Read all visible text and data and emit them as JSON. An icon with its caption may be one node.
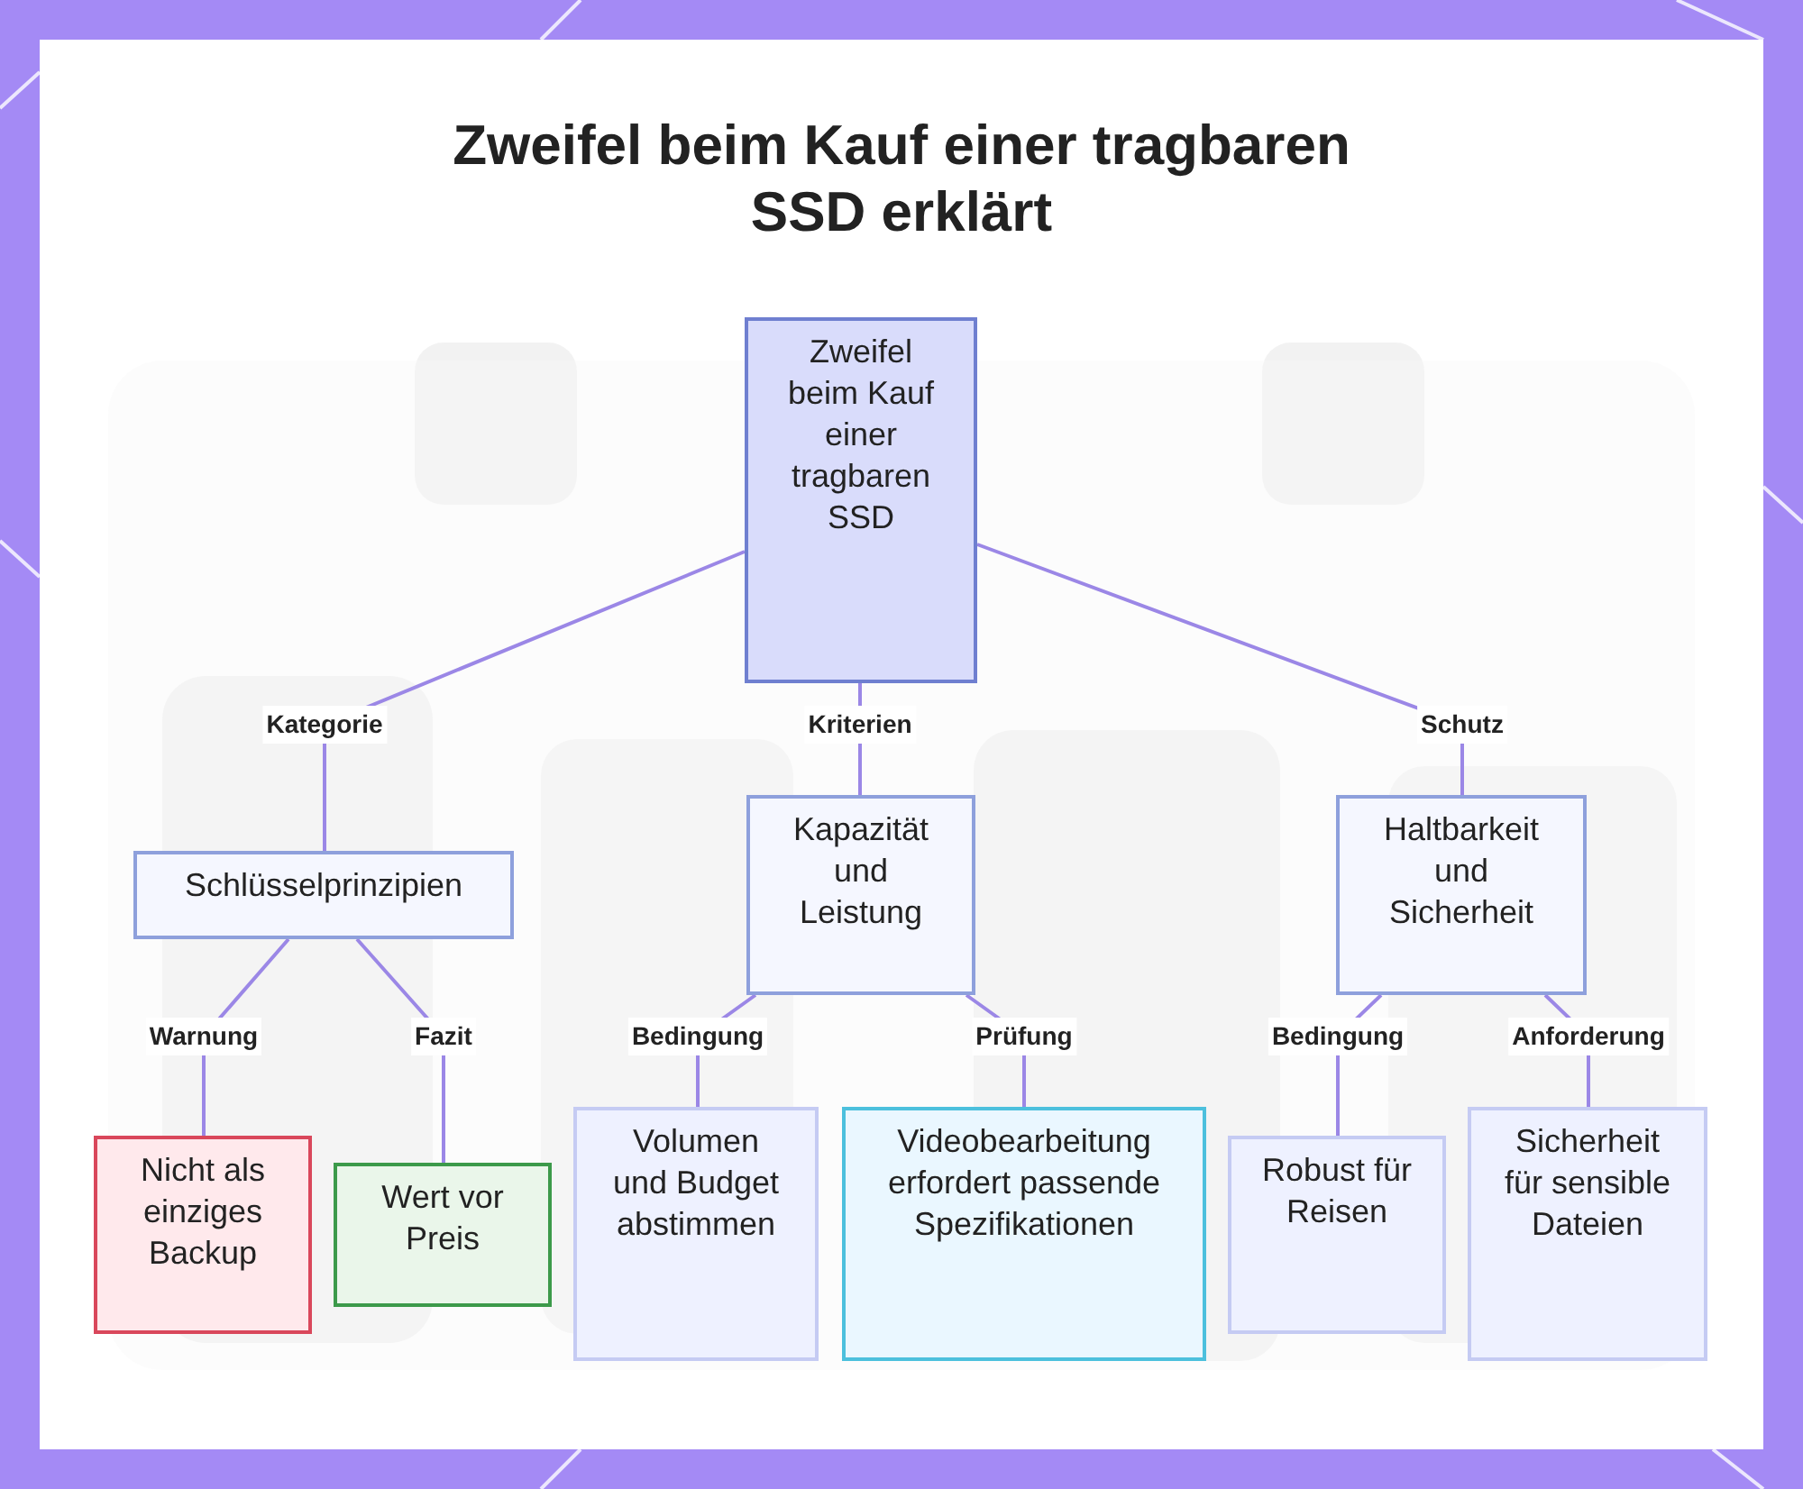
{
  "diagram": {
    "title": "Zweifel beim Kauf einer tragbaren SSD erklärt",
    "nodes": [
      {
        "text": [
          "Zweifel beim Kauf einer tragbaren SSD"
        ]
      },
      {
        "text": [
          "Schlüsselprinzipien"
        ]
      },
      {
        "text": [
          "Kapazität und Leistung"
        ]
      },
      {
        "text": [
          "Haltbarkeit und Sicherheit"
        ]
      },
      {
        "text": [
          "Nicht als einziges Backup"
        ]
      },
      {
        "text": [
          "Wert vor Preis"
        ]
      },
      {
        "text": [
          "Volumen und Budget abstimmen"
        ]
      },
      {
        "text": [
          "Videobearbeitung erfordert passende Spezifikationen"
        ]
      },
      {
        "text": [
          "Robust für Reisen"
        ]
      },
      {
        "text": [
          "Sicherheit für sensible Dateien"
        ]
      }
    ],
    "edges": [
      {
        "from": 0,
        "to": 1,
        "arrow": "none",
        "label": "Kategorie"
      },
      {
        "from": 0,
        "to": 2,
        "arrow": "none",
        "label": "Kriterien"
      },
      {
        "from": 0,
        "to": 3,
        "arrow": "none",
        "label": "Schutz"
      },
      {
        "from": 1,
        "to": 4,
        "arrow": "none",
        "label": "Warnung"
      },
      {
        "from": 1,
        "to": 5,
        "arrow": "none",
        "label": "Fazit"
      },
      {
        "from": 2,
        "to": 6,
        "arrow": "none",
        "label": "Bedingung"
      },
      {
        "from": 2,
        "to": 7,
        "arrow": "none",
        "label": "Prüfung"
      },
      {
        "from": 3,
        "to": 8,
        "arrow": "none",
        "label": "Bedingung"
      },
      {
        "from": 3,
        "to": 9,
        "arrow": "none",
        "label": "Anforderung"
      }
    ]
  }
}
